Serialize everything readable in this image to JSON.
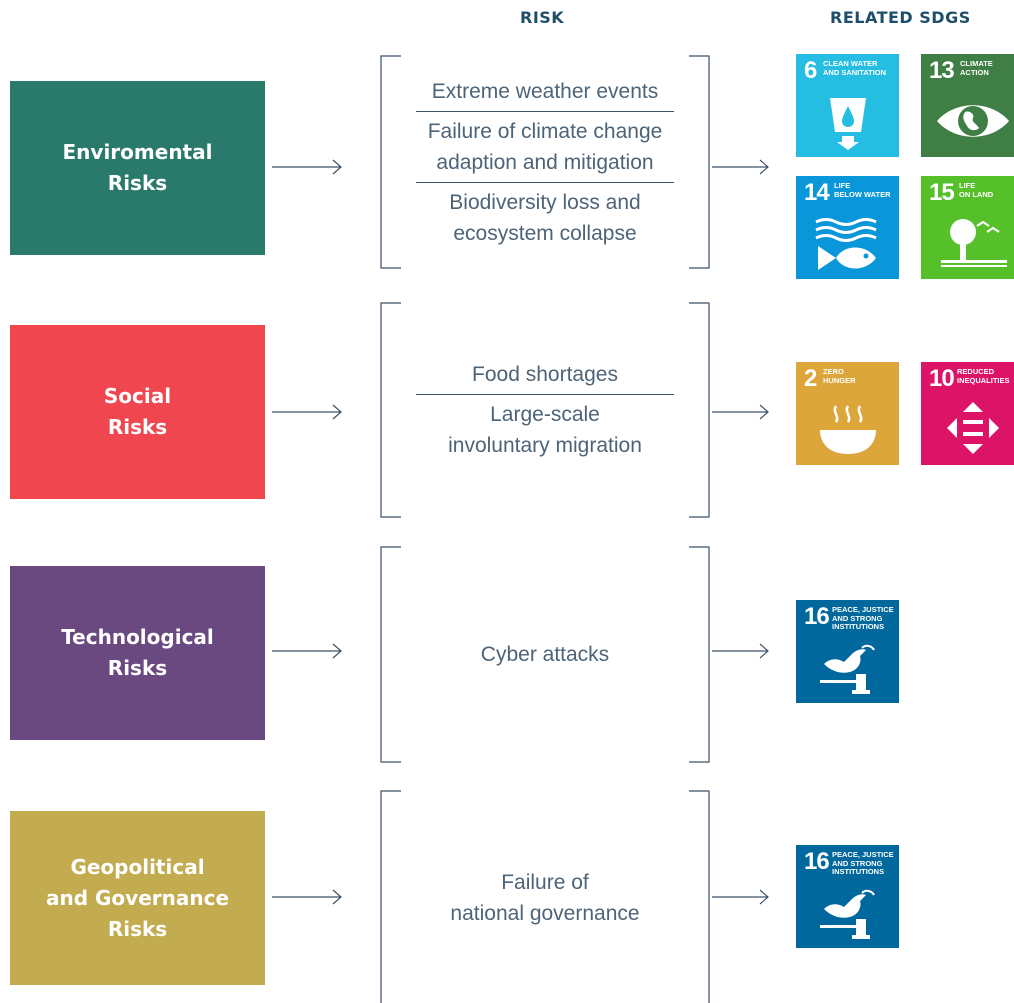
{
  "headers": {
    "risk": "RISK",
    "sdgs": "RELATED SDGS"
  },
  "colors": {
    "environmental": "#2a7a6c",
    "social": "#ef4650",
    "technological": "#6a4980",
    "geopolitical": "#c3ab4f",
    "line": "#3d5266",
    "text": "#4d6478",
    "header": "#1f4e6b"
  },
  "categories": [
    {
      "label_lines": [
        "Enviromental",
        "Risks"
      ],
      "risks": [
        {
          "lines": [
            "Extreme weather events"
          ]
        },
        {
          "lines": [
            "Failure of climate change",
            "adaption and mitigation"
          ]
        },
        {
          "lines": [
            "Biodiversity loss and",
            "ecosystem collapse"
          ]
        }
      ],
      "sdgs": [
        {
          "number": "6",
          "title_lines": [
            "Clean water",
            "and sanitation"
          ],
          "color": "#26bde2",
          "icon": "water-glass-icon"
        },
        {
          "number": "13",
          "title_lines": [
            "Climate",
            "action"
          ],
          "color": "#3f7e44",
          "icon": "eye-globe-icon"
        },
        {
          "number": "14",
          "title_lines": [
            "Life",
            "below water"
          ],
          "color": "#0a97d9",
          "icon": "fish-icon"
        },
        {
          "number": "15",
          "title_lines": [
            "Life",
            "on land"
          ],
          "color": "#56c02b",
          "icon": "tree-icon"
        }
      ]
    },
    {
      "label_lines": [
        "Social",
        "Risks"
      ],
      "risks": [
        {
          "lines": [
            "Food shortages"
          ]
        },
        {
          "lines": [
            "Large-scale",
            "involuntary migration"
          ]
        }
      ],
      "sdgs": [
        {
          "number": "2",
          "title_lines": [
            "Zero",
            "hunger"
          ],
          "color": "#dda63a",
          "icon": "bowl-icon"
        },
        {
          "number": "10",
          "title_lines": [
            "Reduced",
            "inequalities"
          ],
          "color": "#dd1367",
          "icon": "equality-arrows-icon"
        }
      ]
    },
    {
      "label_lines": [
        "Technological",
        "Risks"
      ],
      "risks": [
        {
          "lines": [
            "Cyber attacks"
          ]
        }
      ],
      "sdgs": [
        {
          "number": "16",
          "title_lines": [
            "Peace, justice",
            "and strong",
            "institutions"
          ],
          "color": "#00689d",
          "icon": "dove-gavel-icon"
        }
      ]
    },
    {
      "label_lines": [
        "Geopolitical",
        "and Governance",
        "Risks"
      ],
      "risks": [
        {
          "lines": [
            "Failure of",
            "national governance"
          ]
        }
      ],
      "sdgs": [
        {
          "number": "16",
          "title_lines": [
            "Peace, justice",
            "and strong",
            "institutions"
          ],
          "color": "#00689d",
          "icon": "dove-gavel-icon"
        }
      ]
    }
  ]
}
